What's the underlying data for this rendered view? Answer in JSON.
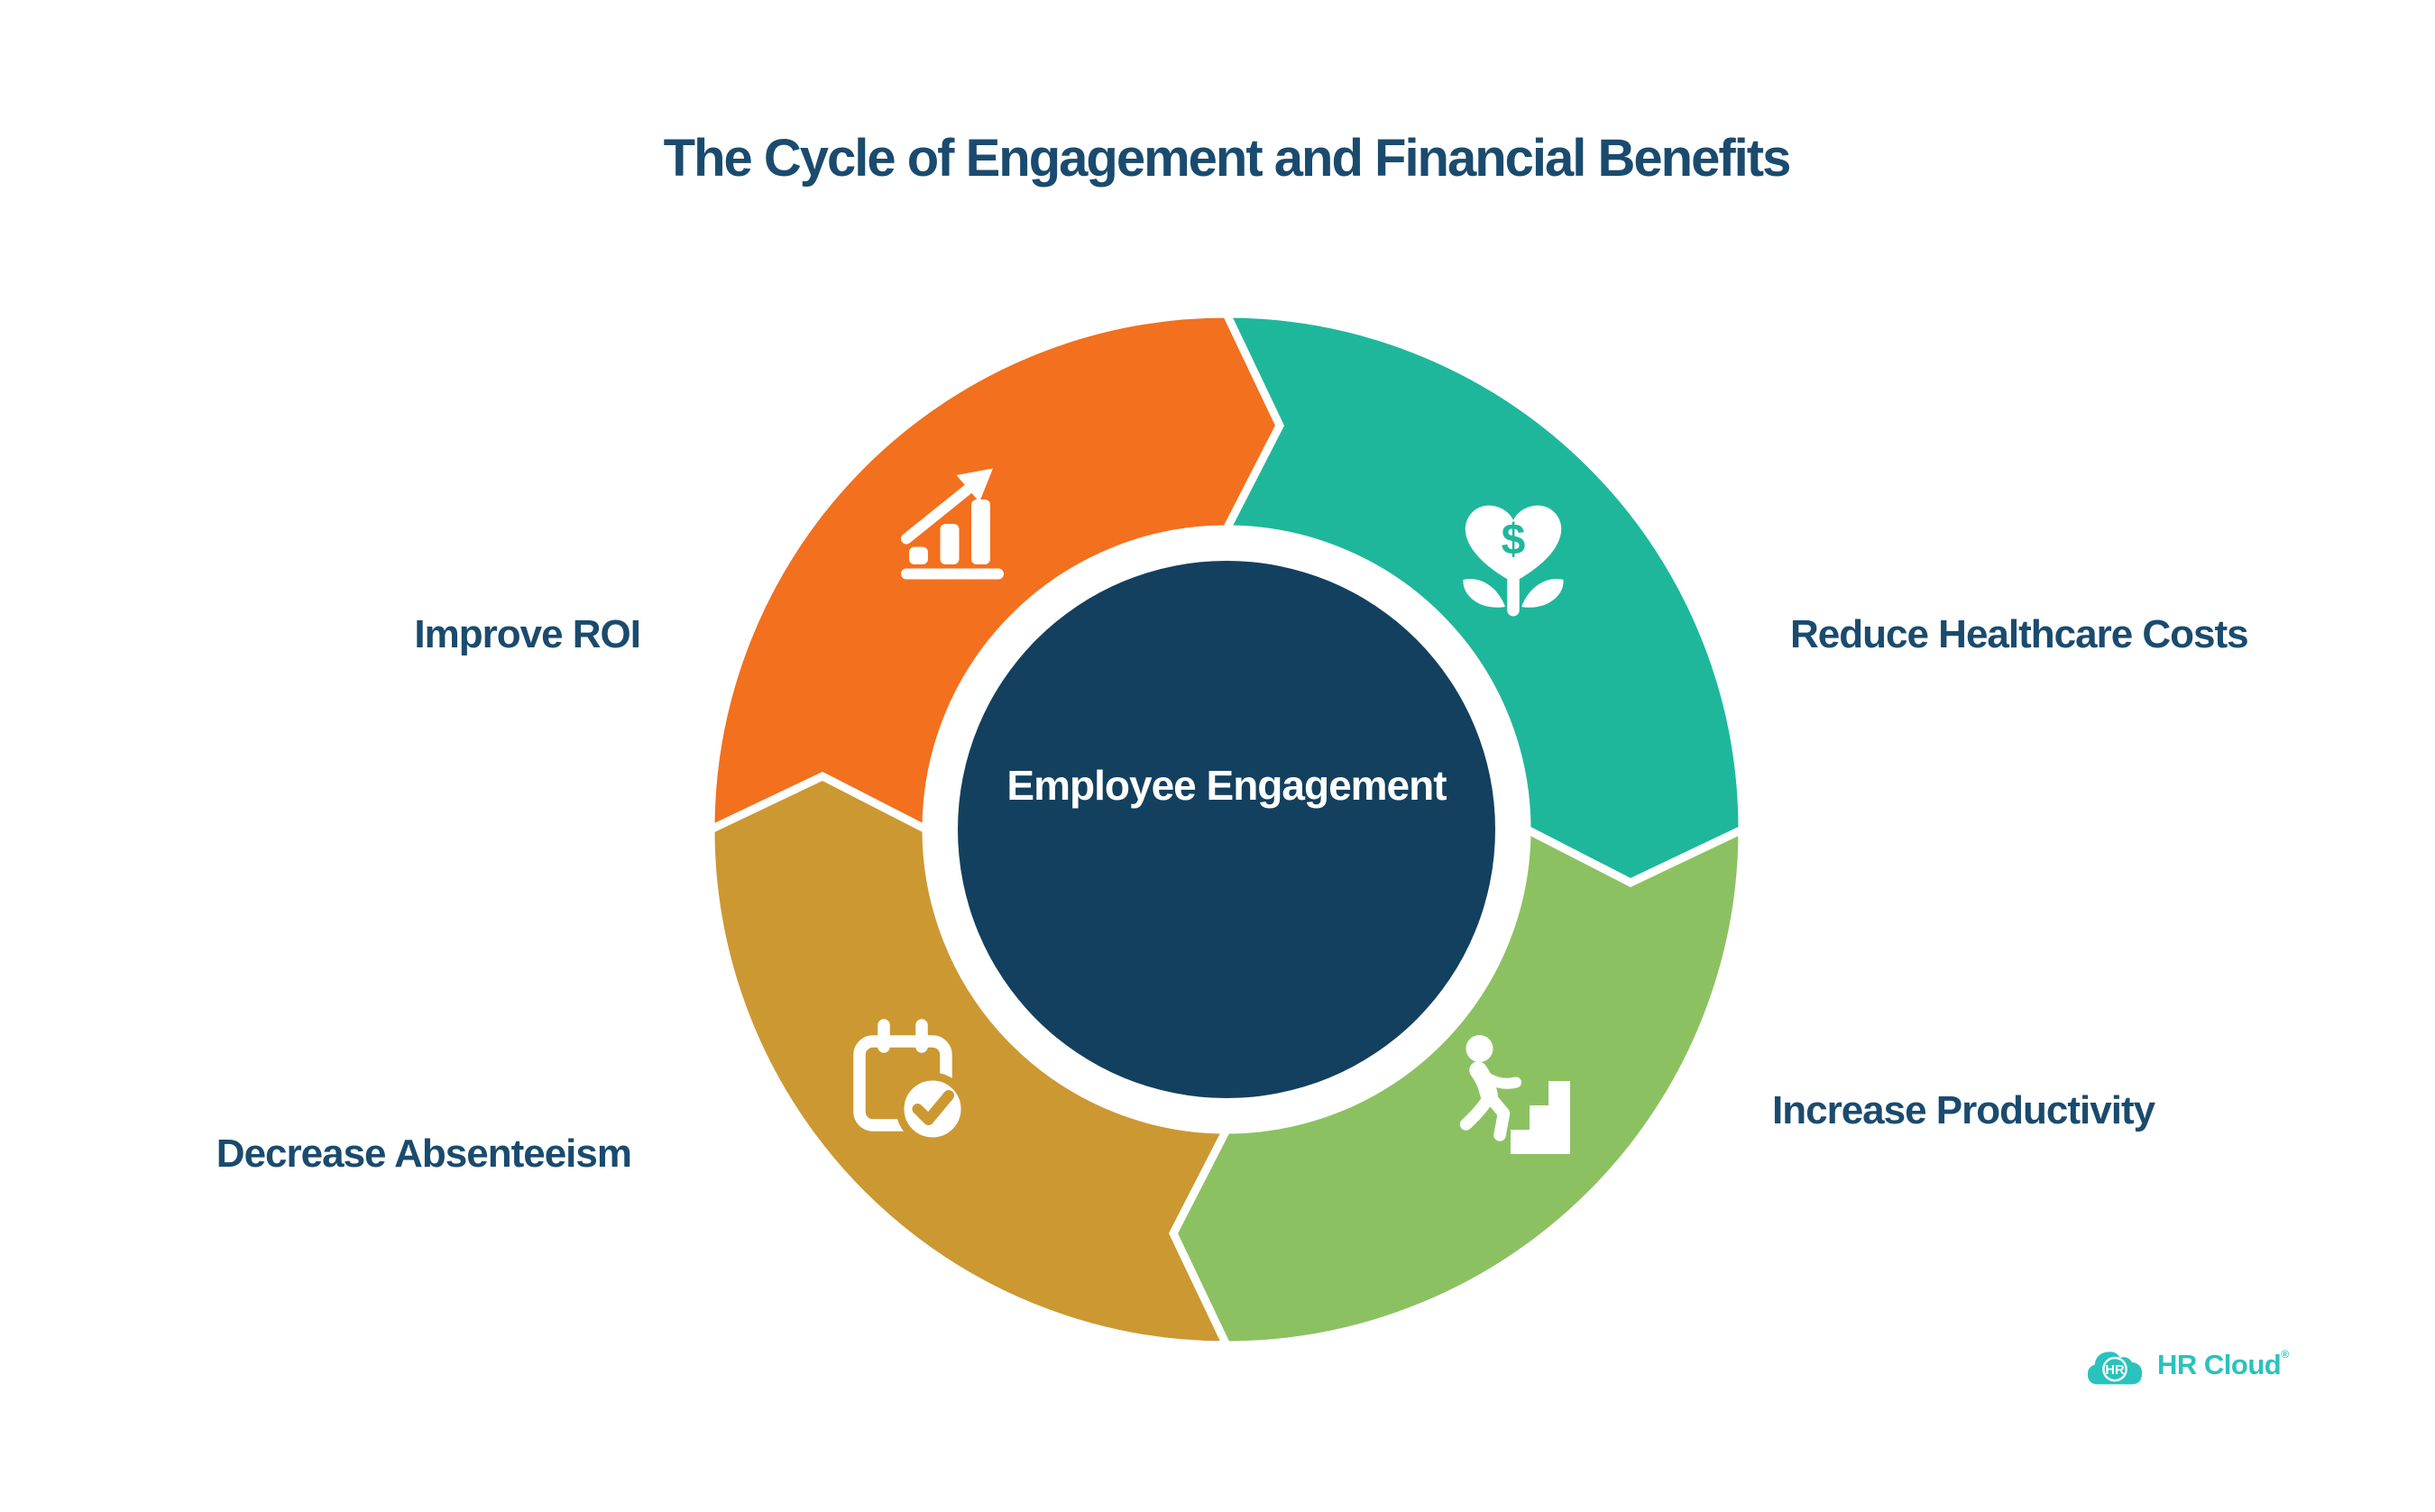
{
  "title": "The Cycle of Engagement and Financial Benefits",
  "center": {
    "label": "Employee Engagement"
  },
  "theme": {
    "background": "#FFFFFF",
    "text-navy": "#1A4B6E",
    "center-navy": "#13405F",
    "logo-teal": "#2AC2BC"
  },
  "wheel": {
    "segments": [
      {
        "id": "improve-roi",
        "label": "Improve ROI",
        "color": "#F2701E",
        "icon": "growth-chart-icon"
      },
      {
        "id": "reduce-healthcare-costs",
        "label": "Reduce Healthcare Costs",
        "color": "#1FB79B",
        "icon": "heart-flower-dollar-icon",
        "icon_glyph": "$"
      },
      {
        "id": "increase-productivity",
        "label": "Increase Productivity",
        "color": "#8CC162",
        "icon": "person-climbing-stairs-icon"
      },
      {
        "id": "decrease-absenteeism",
        "label": "Decrease Absenteeism",
        "color": "#CC9832",
        "icon": "calendar-check-icon"
      }
    ]
  },
  "logo": {
    "badge_text": "HR",
    "name": "HR Cloud",
    "trademark": "®"
  }
}
